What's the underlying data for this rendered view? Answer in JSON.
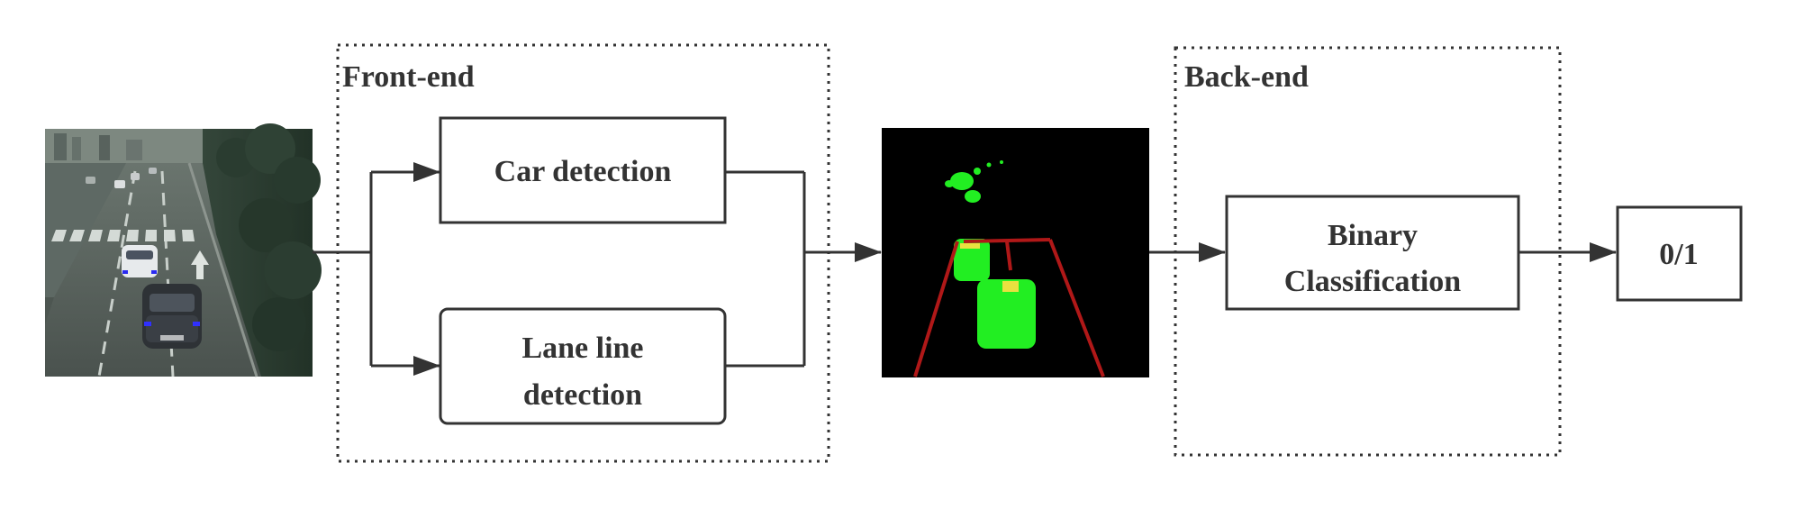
{
  "diagram": {
    "frontend": {
      "label": "Front-end",
      "car_detection": "Car detection",
      "lane_detection": {
        "line1": "Lane line",
        "line2": "detection"
      }
    },
    "backend": {
      "label": "Back-end",
      "classifier": {
        "line1": "Binary",
        "line2": "Classification"
      }
    },
    "output": "0/1",
    "colors": {
      "line": "#333333",
      "mask_background": "#000000",
      "car_mask": "#22ee22",
      "lane_mask": "#b01818"
    }
  }
}
